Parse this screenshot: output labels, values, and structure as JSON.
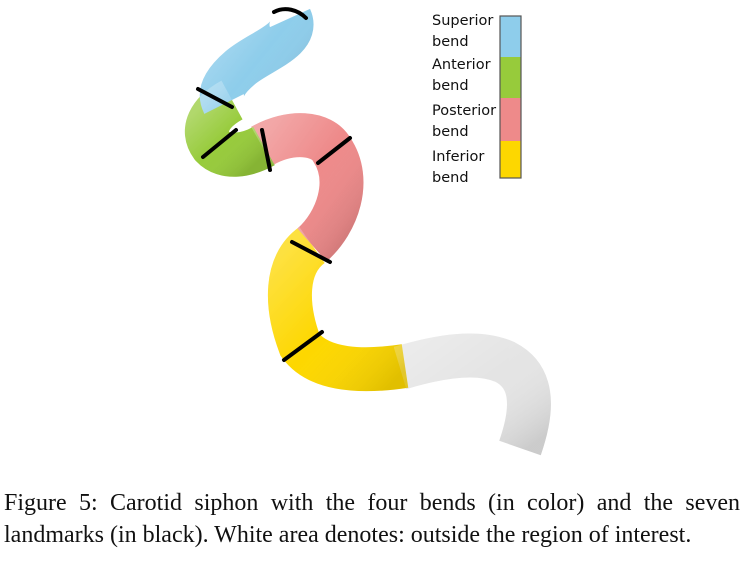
{
  "legend": {
    "items": [
      {
        "line1": "Superior",
        "line2": "bend",
        "color": "#8ECDEB"
      },
      {
        "line1": "Anterior",
        "line2": "bend",
        "color": "#97CB3B"
      },
      {
        "line1": "Posterior",
        "line2": "bend",
        "color": "#EE8A8A"
      },
      {
        "line1": "Inferior",
        "line2": "bend",
        "color": "#FDD700"
      }
    ]
  },
  "vessel_colors": {
    "outside_roi": "#E4E4E4",
    "landmark": "#000000"
  },
  "caption": {
    "text": "Figure 5: Carotid siphon with the four bends (in color) and the seven landmarks (in black). White area denotes: outside the region of interest."
  }
}
